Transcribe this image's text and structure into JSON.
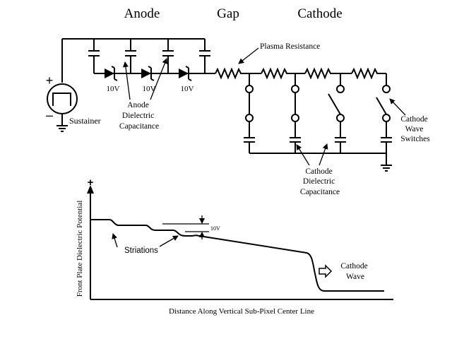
{
  "header": {
    "anode": "Anode",
    "gap": "Gap",
    "cathode": "Cathode"
  },
  "circuit": {
    "plasma_resistance": "Plasma Resistance",
    "zener_voltage_1": "10V",
    "zener_voltage_2": "10V",
    "zener_voltage_3": "10V",
    "anode_dielectric": [
      "Anode",
      "Dielectric",
      "Capacitance"
    ],
    "sustainer": "Sustainer",
    "plus": "+",
    "minus": "–",
    "cathode_switches": [
      "Cathode",
      "Wave",
      "Switches"
    ],
    "cathode_dielectric": [
      "Cathode",
      "Dielectric",
      "Capacitance"
    ]
  },
  "plot": {
    "ylabel": "Front Plate Dielectric Potential",
    "xlabel": "Distance Along Vertical Sub-Pixel Center Line",
    "y_plus": "+",
    "step_label": "10V",
    "striations": "Striations",
    "cathode_wave": [
      "Cathode",
      "Wave"
    ]
  }
}
